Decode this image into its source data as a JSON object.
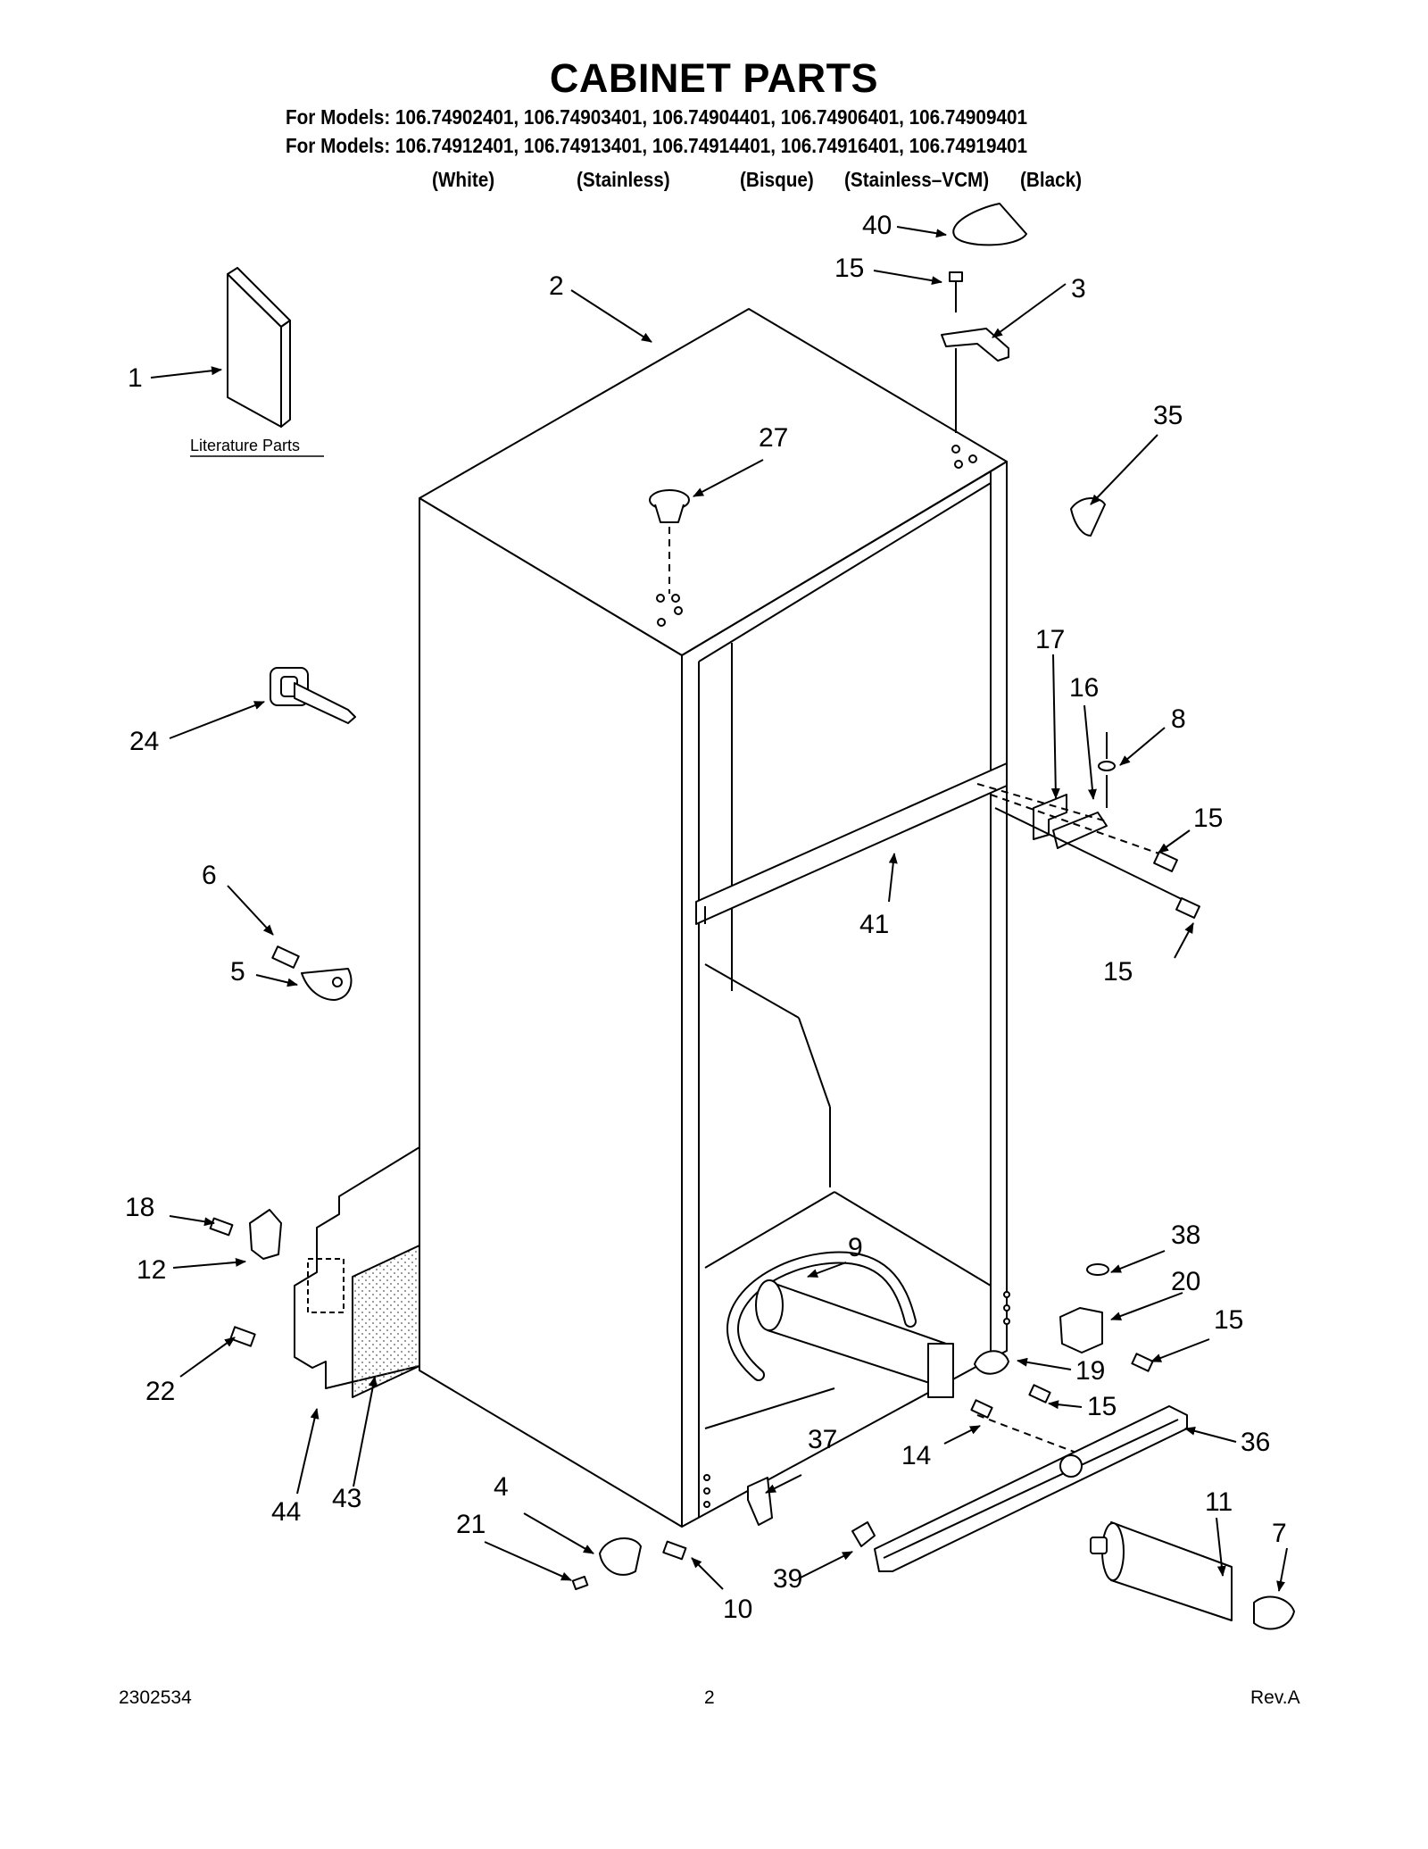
{
  "header": {
    "title": "CABINET PARTS",
    "models_line_1": "For Models: 106.74902401, 106.74903401, 106.74904401, 106.74906401, 106.74909401",
    "models_line_2": "For Models: 106.74912401, 106.74913401, 106.74914401, 106.74916401, 106.74919401",
    "finishes": [
      "(White)",
      "(Stainless)",
      "(Bisque)",
      "(Stainless–VCM)",
      "(Black)"
    ]
  },
  "diagram": {
    "literature_label": "Literature Parts",
    "callouts": [
      "1",
      "2",
      "3",
      "4",
      "5",
      "6",
      "7",
      "8",
      "9",
      "10",
      "11",
      "12",
      "14",
      "15",
      "15",
      "15",
      "15",
      "15",
      "15",
      "16",
      "17",
      "18",
      "19",
      "20",
      "21",
      "22",
      "24",
      "27",
      "35",
      "36",
      "37",
      "38",
      "39",
      "40",
      "41",
      "43",
      "44"
    ]
  },
  "footer": {
    "doc_number": "2302534",
    "page_number": "2",
    "revision": "Rev.A"
  }
}
